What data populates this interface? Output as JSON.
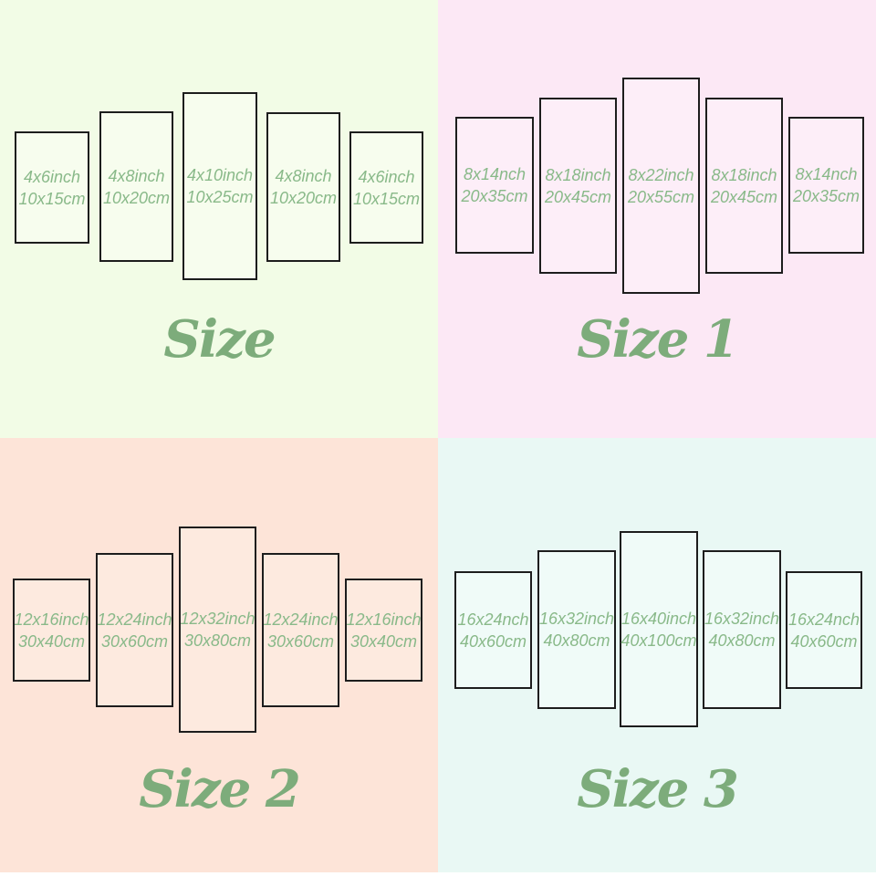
{
  "colors": {
    "quadrant_backgrounds": [
      "#f2fce6",
      "#fce8f5",
      "#fde4d8",
      "#e9f8f4"
    ],
    "panel_fills": [
      "#f7fdee",
      "#fdeef8",
      "#fdeadf",
      "#f0fbf8"
    ],
    "panel_border": "#1d1d1d",
    "panel_label_green": "#89b989",
    "title_green": "#7dac7b"
  },
  "quadrants": [
    {
      "title": "Size",
      "panels": [
        {
          "inch": "4x6inch",
          "cm": "10x15cm"
        },
        {
          "inch": "4x8inch",
          "cm": "10x20cm"
        },
        {
          "inch": "4x10inch",
          "cm": "10x25cm"
        },
        {
          "inch": "4x8inch",
          "cm": "10x20cm"
        },
        {
          "inch": "4x6inch",
          "cm": "10x15cm"
        }
      ]
    },
    {
      "title": "Size 1",
      "panels": [
        {
          "inch": "8x14nch",
          "cm": "20x35cm"
        },
        {
          "inch": "8x18inch",
          "cm": "20x45cm"
        },
        {
          "inch": "8x22inch",
          "cm": "20x55cm"
        },
        {
          "inch": "8x18inch",
          "cm": "20x45cm"
        },
        {
          "inch": "8x14nch",
          "cm": "20x35cm"
        }
      ]
    },
    {
      "title": "Size 2",
      "panels": [
        {
          "inch": "12x16inch",
          "cm": "30x40cm"
        },
        {
          "inch": "12x24inch",
          "cm": "30x60cm"
        },
        {
          "inch": "12x32inch",
          "cm": "30x80cm"
        },
        {
          "inch": "12x24inch",
          "cm": "30x60cm"
        },
        {
          "inch": "12x16inch",
          "cm": "30x40cm"
        }
      ]
    },
    {
      "title": "Size 3",
      "panels": [
        {
          "inch": "16x24nch",
          "cm": "40x60cm"
        },
        {
          "inch": "16x32inch",
          "cm": "40x80cm"
        },
        {
          "inch": "16x40inch",
          "cm": "40x100cm"
        },
        {
          "inch": "16x32inch",
          "cm": "40x80cm"
        },
        {
          "inch": "16x24nch",
          "cm": "40x60cm"
        }
      ]
    }
  ]
}
